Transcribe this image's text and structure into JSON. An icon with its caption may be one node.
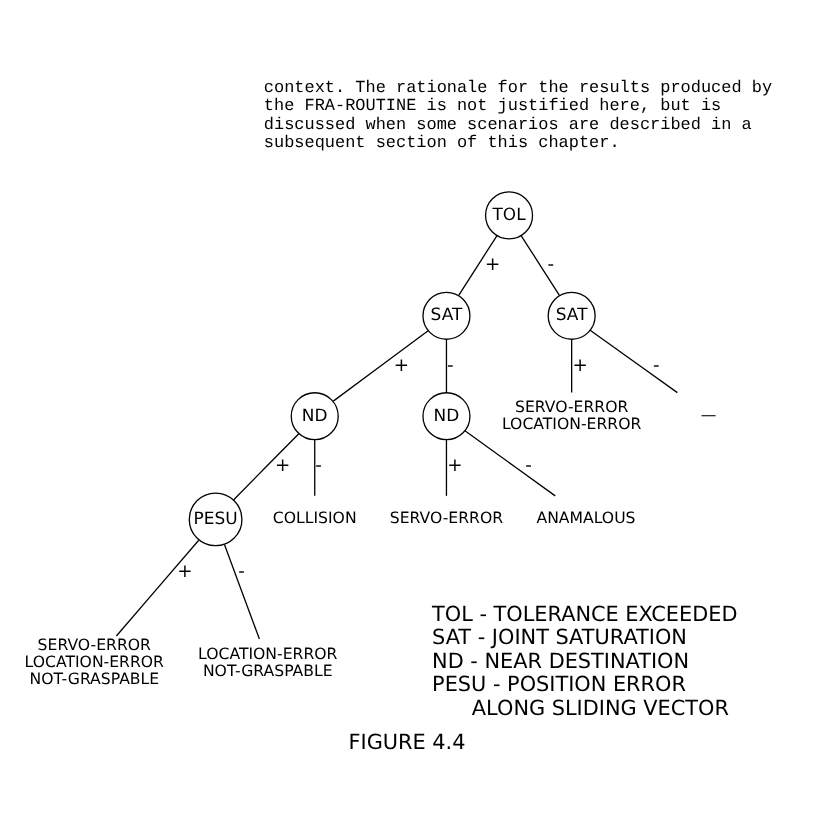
{
  "diagram": {
    "caption": "FIGURE 4.4",
    "nodes": [
      {
        "text": [
          "TOL"
        ]
      },
      {
        "text": [
          "SAT"
        ]
      },
      {
        "text": [
          "SAT"
        ]
      },
      {
        "text": [
          "ND"
        ]
      },
      {
        "text": [
          "ND"
        ]
      },
      {
        "text": [
          "SERVO-ERROR LOCATION-ERROR"
        ]
      },
      {
        "text": [
          "—"
        ]
      },
      {
        "text": [
          "PESU"
        ]
      },
      {
        "text": [
          "COLLISION"
        ]
      },
      {
        "text": [
          "SERVO-ERROR"
        ]
      },
      {
        "text": [
          "ANAMALOUS"
        ]
      },
      {
        "text": [
          "SERVO-ERROR LOCATION-ERROR NOT-GRASPABLE"
        ]
      },
      {
        "text": [
          "LOCATION-ERROR NOT-GRASPABLE"
        ]
      }
    ],
    "edges": [
      {
        "from": 0,
        "to": 1,
        "arrow": "none",
        "label": "+"
      },
      {
        "from": 0,
        "to": 2,
        "arrow": "none",
        "label": "-"
      },
      {
        "from": 1,
        "to": 3,
        "arrow": "none",
        "label": "+"
      },
      {
        "from": 1,
        "to": 4,
        "arrow": "none",
        "label": "-"
      },
      {
        "from": 2,
        "to": 5,
        "arrow": "none",
        "label": "+"
      },
      {
        "from": 2,
        "to": 6,
        "arrow": "none",
        "label": "-"
      },
      {
        "from": 3,
        "to": 7,
        "arrow": "none",
        "label": "+"
      },
      {
        "from": 3,
        "to": 8,
        "arrow": "none",
        "label": "-"
      },
      {
        "from": 4,
        "to": 9,
        "arrow": "none",
        "label": "+"
      },
      {
        "from": 4,
        "to": 10,
        "arrow": "none",
        "label": "-"
      },
      {
        "from": 7,
        "to": 11,
        "arrow": "none",
        "label": "+"
      },
      {
        "from": 7,
        "to": 12,
        "arrow": "none",
        "label": "-"
      }
    ],
    "labels": [
      "context. The rationale for the results produced by the FRA-ROUTINE is not justified here, but is discussed when some scenarios are described in a subsequent section of this chapter.",
      "TOL - TOLERANCE EXCEEDED",
      "SAT - JOINT SATURATION",
      "ND - NEAR DESTINATION",
      "PESU - POSITION ERROR ALONG SLIDING VECTOR"
    ]
  }
}
